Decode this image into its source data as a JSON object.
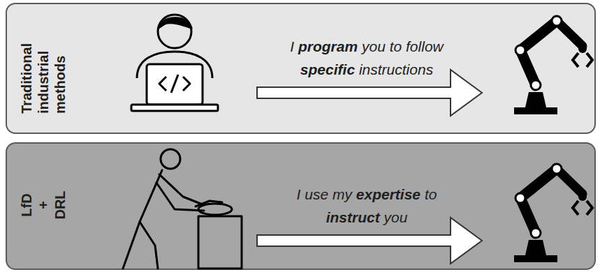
{
  "diagram": {
    "nodes": [
      {
        "text": [
          "Traditional industrial methods"
        ]
      },
      {
        "text": [
          "LfD + DRL"
        ]
      }
    ],
    "labels": [
      "I program you to follow specific instructions",
      "I use my expertise to instruct you"
    ]
  }
}
